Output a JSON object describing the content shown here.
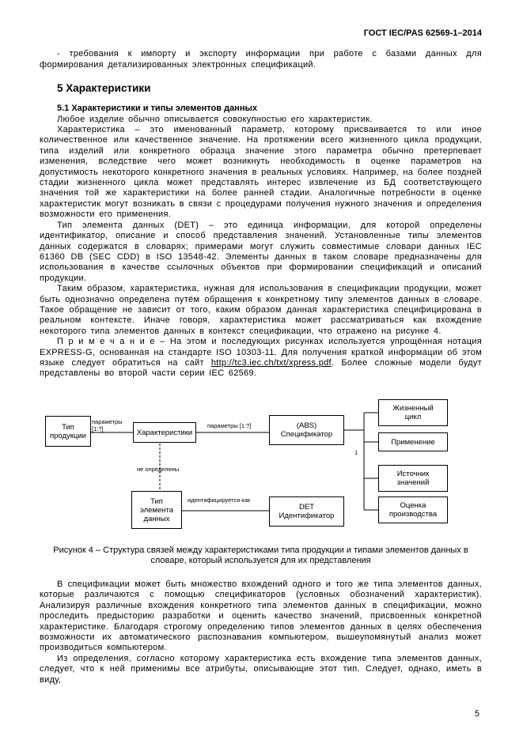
{
  "header": {
    "doc_number": "ГОСТ IEC/PAS 62569-1–2014"
  },
  "body": {
    "bullet": "- требования к импорту и экспорту информации при работе с базами данных для формирования детализированных электронных спецификаций.",
    "h2": "5  Характеристики",
    "h3": "5.1  Характеристики и типы элементов данных",
    "p1": "Любое изделие обычно описывается совокупностью его характеристик.",
    "p2": "Характеристика – это именованный параметр, которому присваивается то или иное количественное или качественное значение. На протяжении всего жизненного цикла продукции, типа изделий или конкретного образца значение этого параметра обычно претерпевает изменения, вследствие чего может возникнуть необходимость в оценке параметров на допустимость некоторого конкретного значения в реальных условиях. Например, на более поздней стадии жизненного цикла может представлять интерес извлечение из БД соответствующего значения той же характеристики на более ранней стадии. Аналогичные потребности в оценке характеристик могут возникать в связи с процедурами получения нужного значения и определения возможности его применения.",
    "p3": "Тип элемента данных (DET) – это единица информации, для которой определены идентификатор, описание и способ представления значений. Установленные типы элементов данных содержатся в словарях; примерами могут служить совместимые словари данных IEC 61360 DB (SEC CDD) в ISO 13548-42. Элементы данных в таком словаре предназначены для использования в качестве ссылочных объектов при формировании спецификаций и описаний продукции.",
    "p4": "Таким образом, характеристика, нужная для использования в спецификации продукции, может быть однозначно определена путём обращения к конкретному типу элементов данных в словаре. Такое обращение не зависит от того, каким образом данная характеристика специфицирована в реальном контексте. Иначе говоря, характеристика может рассматриваться как вхождение некоторого типа элементов данных в контекст спецификации, что отражено на рисунке 4.",
    "note_prefix": "П р и м е ч а н и е  –  На этом и последующих рисунках используется упрощённая нотация EXPRESS-G, основанная на стандарте ISO 10303-11. Для получения краткой информации об этом языке следует обратиться на сайт ",
    "note_link": "http://tc3.iec.ch/txt/xpress.pdf",
    "note_suffix": ". Более сложные модели будут представлены во второй части серии IEC 62569.",
    "caption": "Рисунок 4 – Структура связей между характеристиками типа продукции и типами элементов данных в словаре, который используется для их представления",
    "p5": "В спецификации может быть множество вхождений одного и того же типа элементов данных, которые различаются с помощью спецификаторов (условных обозначений характеристик). Анализируя различные вхождения конкретного типа элементов данных в спецификации, можно проследить предысторию разработки и оценить качество значений, присвоенных конкретной характеристике. Благодаря строгому определению типов элементов данных в целях обеспечения возможности их автоматического распознавания компьютером, вышеупомянутый анализ может производиться компьютером.",
    "p6": "Из определения, согласно которому характеристика есть вхождение типа элементов данных, следует, что к ней применимы все атрибуты, описывающие этот тип. Следует, однако, иметь в виду,"
  },
  "diagram": {
    "boxes": {
      "product_type": "Тип\nпродукции",
      "characteristics": "Характеристики",
      "abs_specifier": "(ABS)\nСпецификатор",
      "life_cycle": "Жизненный\nцикл",
      "application": "Применение",
      "value_source": "Источник\nзначений",
      "production_eval": "Оценка\nпроизводства",
      "data_element_type": "Тип\nэлемента\nданных",
      "det_identifier": "DET\nИдентификатор"
    },
    "labels": {
      "params_left": "параметры\n[1:?]",
      "params_right": "параметры [1:?]",
      "cardinality": "1",
      "not_defined": "не определены",
      "identified_as": "идентифицируется как"
    }
  },
  "footer": {
    "page_number": "5"
  }
}
